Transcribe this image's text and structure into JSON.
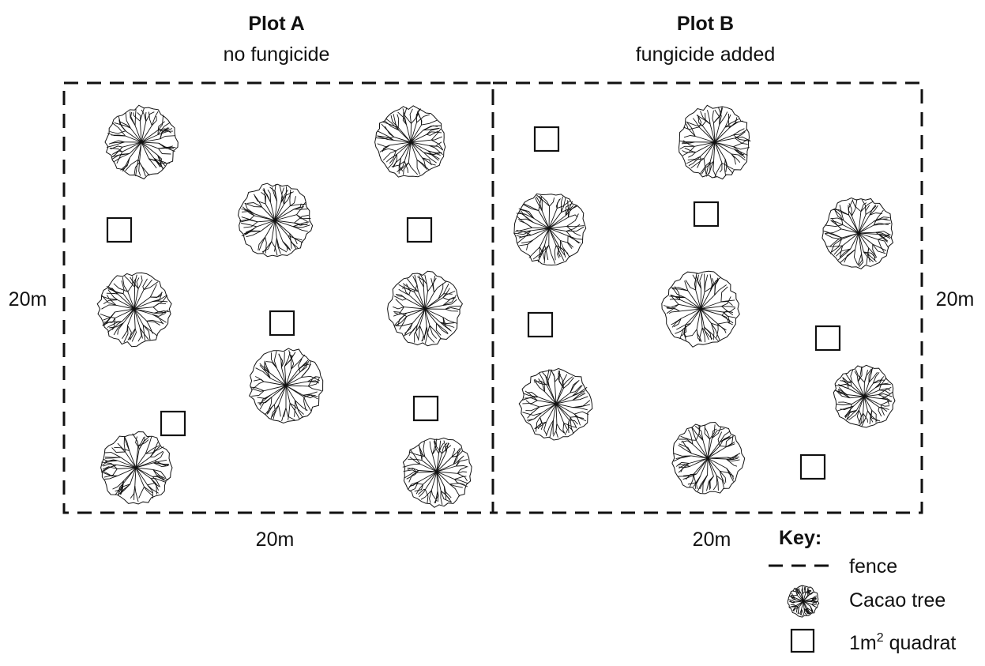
{
  "plot_a": {
    "title": "Plot A",
    "subtitle": "no fungicide",
    "side_label": "20m",
    "bottom_label": "20m"
  },
  "plot_b": {
    "title": "Plot B",
    "subtitle": "fungicide added",
    "side_label": "20m",
    "bottom_label": "20m"
  },
  "key": {
    "title": "Key:",
    "fence": "fence",
    "tree": "Cacao tree",
    "quadrat_prefix": "1m",
    "quadrat_sup": "2",
    "quadrat_suffix": " quadrat"
  },
  "icons": {
    "tree": "cacao-tree-icon",
    "quadrat": "quadrat-square-icon",
    "fence": "dashed-fence-line"
  },
  "colors": {
    "ink": "#111111",
    "background": "#ffffff"
  }
}
